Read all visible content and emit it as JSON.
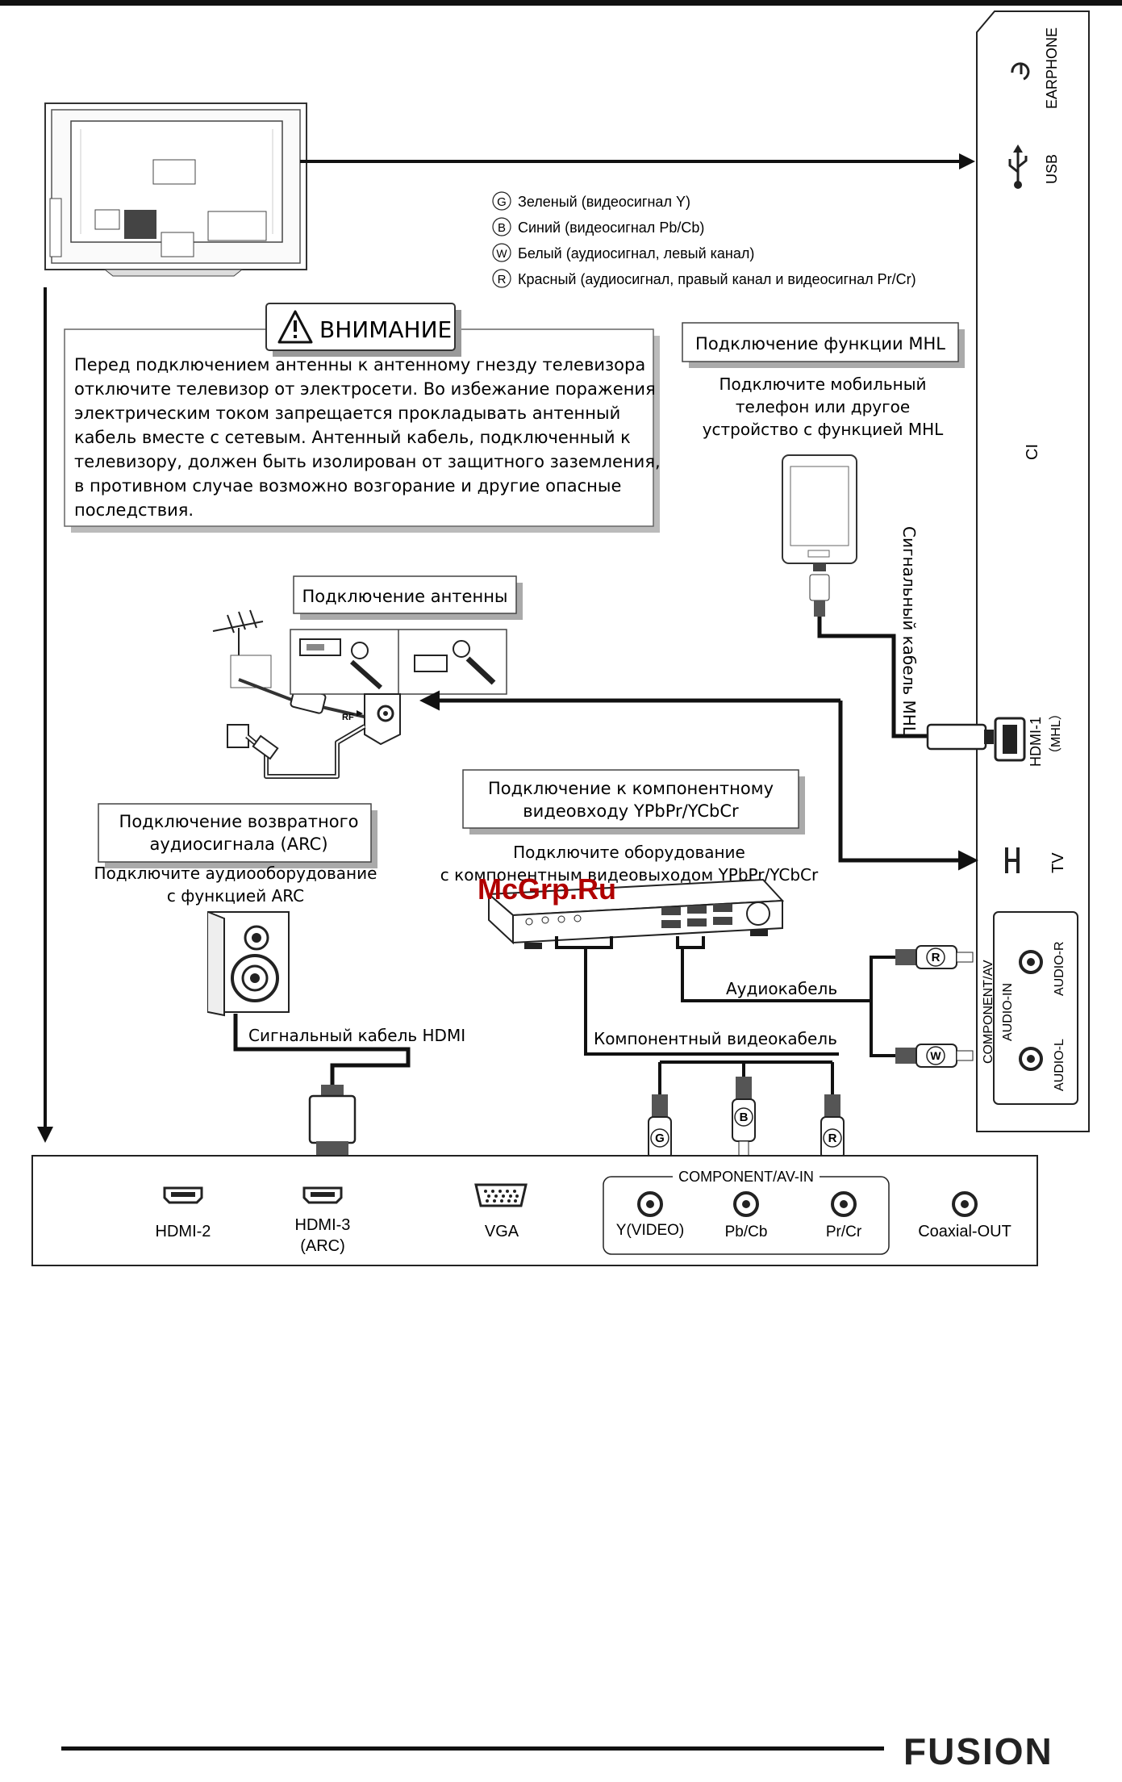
{
  "right_panel": {
    "earphone": "EARPHONE",
    "usb": "USB",
    "ci": "CI",
    "hdmi1": "HDMI-1",
    "mhl": "（MHL）",
    "tv": "TV",
    "component_av": "COMPONENT/AV",
    "audio_in": "AUDIO-IN",
    "audio_r": "AUDIO-R",
    "audio_l": "AUDIO-L"
  },
  "legend": [
    {
      "letter": "G",
      "text": "Зеленый (видеосигнал Y)"
    },
    {
      "letter": "B",
      "text": "Синий (видеосигнал Pb/Cb)"
    },
    {
      "letter": "W",
      "text": "Белый (аудиосигнал, левый канал)"
    },
    {
      "letter": "R",
      "text": "Красный (аудиосигнал, правый канал и видеосигнал Pr/Cr)"
    }
  ],
  "warning": {
    "title": "ВНИМАНИЕ",
    "lines": [
      "Перед подключением антенны к антенному гнезду телевизора",
      "отключите телевизор от электросети. Во избежание поражения",
      "электрическим током запрещается прокладывать антенный",
      "кабель вместе с сетевым. Антенный кабель, подключенный к",
      "телевизору, должен быть изолирован от защитного заземления,",
      "в противном случае возможно возгорание и другие опасные",
      "последствия."
    ]
  },
  "mhl": {
    "title": "Подключение функции MHL",
    "desc": [
      "Подключите мобильный",
      "телефон или другое",
      "устройство с функцией MHL"
    ],
    "cable": "Сигнальный кабель MHL"
  },
  "antenna": {
    "title": "Подключение антенны",
    "rf": "RF"
  },
  "component": {
    "title": [
      "Подключение к компонентному",
      "видеовходу YPbPr/YCbCr"
    ],
    "desc": [
      "Подключите оборудование",
      "с компонентным видеовыходом YPbPr/YCbCr"
    ],
    "audio_cable": "Аудиокабель",
    "video_cable": "Компонентный видеокабель"
  },
  "arc": {
    "title": [
      "Подключение возвратного",
      "аудиосигнала (ARC)"
    ],
    "desc": [
      "Подключите аудиооборудование",
      "с функцией ARC"
    ],
    "cable": "Сигнальный кабель HDMI"
  },
  "watermark": "McGrp.Ru",
  "bottom_panel": {
    "hdmi2": "HDMI-2",
    "hdmi3": [
      "HDMI-3",
      "(ARC)"
    ],
    "vga": "VGA",
    "group_label": "COMPONENT/AV-IN",
    "y_video": "Y(VIDEO)",
    "pb_cb": "Pb/Cb",
    "pr_cr": "Pr/Cr",
    "coaxial": "Coaxial-OUT"
  },
  "plug_letters": {
    "g": "G",
    "b": "B",
    "r": "R",
    "w": "W"
  },
  "brand": "FUSION"
}
